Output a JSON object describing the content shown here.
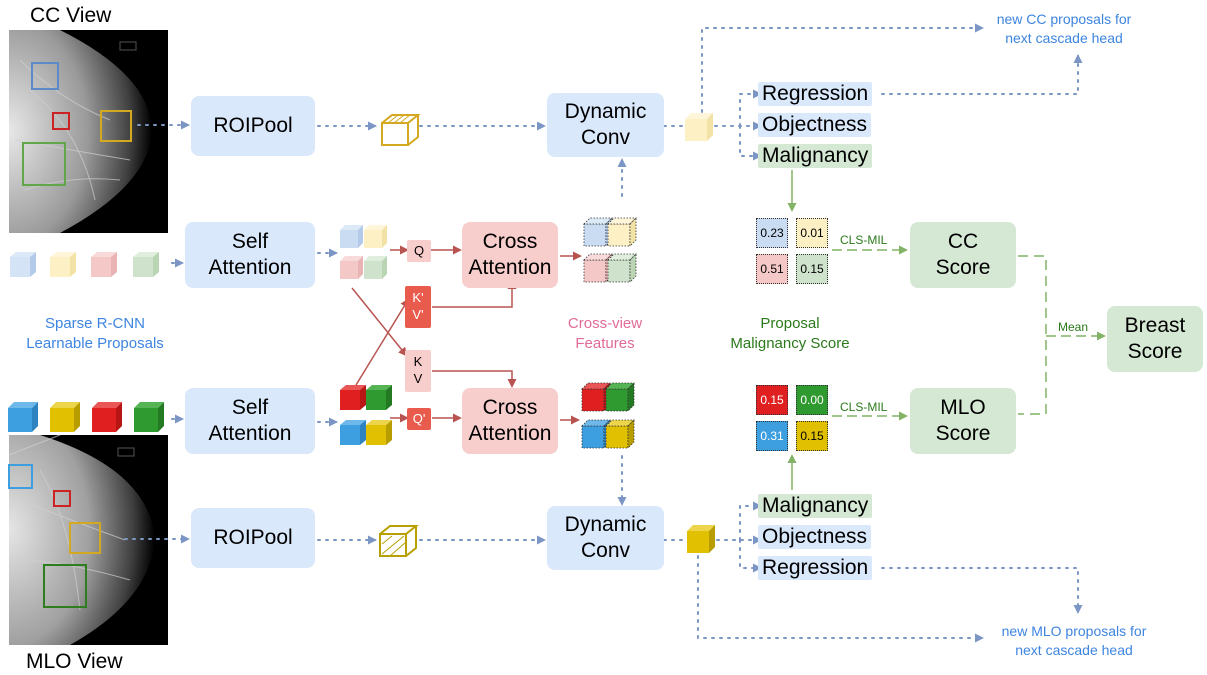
{
  "views": {
    "cc_title": "CC View",
    "mlo_title": "MLO View"
  },
  "boxes": {
    "roipool_cc": "ROIPool",
    "roipool_mlo": "ROIPool",
    "self_attention_cc": "Self\nAttention",
    "self_attention_mlo": "Self\nAttention",
    "cross_attention_cc": "Cross\nAttention",
    "cross_attention_mlo": "Cross\nAttention",
    "dynamic_conv_cc": "Dynamic\nConv",
    "dynamic_conv_mlo": "Dynamic\nConv",
    "cc_score": "CC\nScore",
    "mlo_score": "MLO\nScore",
    "breast_score": "Breast\nScore"
  },
  "heads_cc": [
    "Regression",
    "Objectness",
    "Malignancy"
  ],
  "heads_mlo": [
    "Malignancy",
    "Objectness",
    "Regression"
  ],
  "qkv": {
    "q": "Q",
    "kv_prime": "K'\nV'",
    "kv": "K\nV",
    "q_prime": "Q'"
  },
  "scores": {
    "cc": [
      "0.23",
      "0.01",
      "0.51",
      "0.15"
    ],
    "mlo": [
      "0.15",
      "0.00",
      "0.31",
      "0.15"
    ]
  },
  "edge_labels": {
    "cls_mil_cc": "CLS-MIL",
    "cls_mil_mlo": "CLS-MIL",
    "mean": "Mean"
  },
  "notes": {
    "learnable_proposals": "Sparse R-CNN\nLearnable Proposals",
    "cross_view_features": "Cross-view\nFeatures",
    "proposal_malignancy": "Proposal\nMalignancy Score",
    "new_cc_proposals": "new CC proposals for\nnext cascade head",
    "new_mlo_proposals": "new MLO proposals for\nnext cascade head"
  },
  "colors": {
    "blue": "#3d9ee0",
    "yellow": "#e0c000",
    "red": "#e02020",
    "green": "#2f9a2f",
    "light_blue": "#c9dcf2",
    "light_yellow": "#fdf0c5",
    "light_red": "#f5c8c8",
    "light_green": "#cfe3cc",
    "roi_blue": "#5b8ac9",
    "roi_red": "#cc2222",
    "roi_yellow": "#d4a820",
    "roi_green": "#5fa84a",
    "roi_dark_green": "#2e7d1e"
  }
}
